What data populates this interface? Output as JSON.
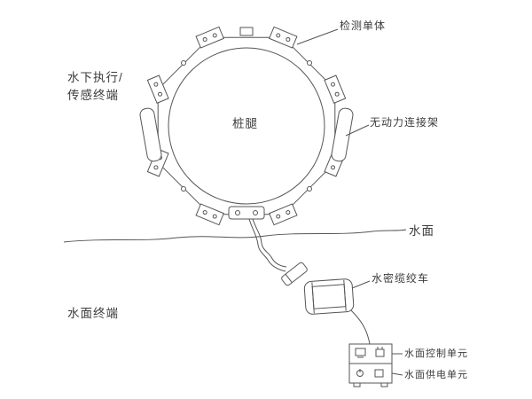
{
  "labels": {
    "detection_unit": "检测单体",
    "underwater_terminal_line1": "水下执行/",
    "underwater_terminal_line2": "传感终端",
    "pile_leg": "桩腿",
    "unpowered_connection_frame": "无动力连接架",
    "water_surface": "水面",
    "watertight_cable_winch": "水密缆绞车",
    "surface_terminal": "水面终端",
    "surface_control_unit": "水面控制单元",
    "surface_power_unit": "水面供电单元"
  }
}
